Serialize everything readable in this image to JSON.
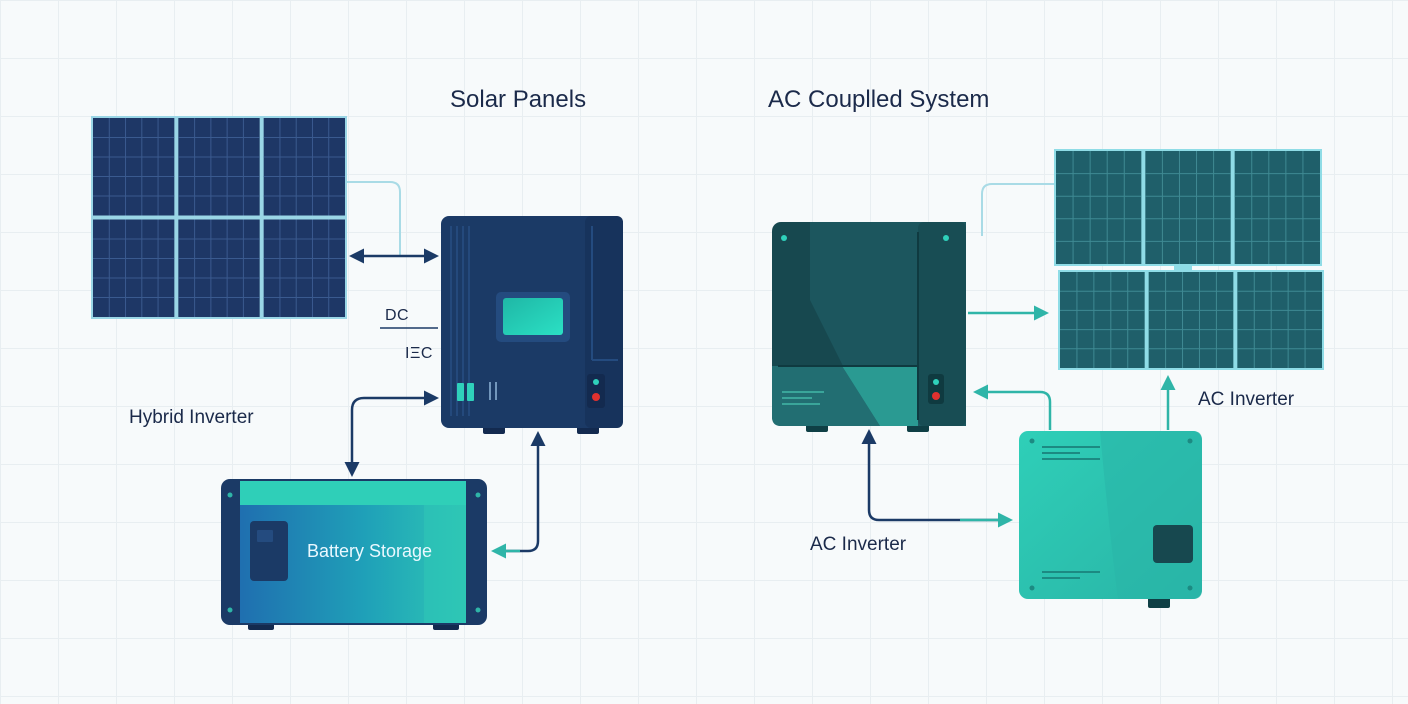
{
  "titles": {
    "left": "Solar Panels",
    "right": "AC Couplled System"
  },
  "labels": {
    "hybrid_inverter": "Hybrid Inverter",
    "dc_upper": "DC",
    "dc_lower": "ΙΞC",
    "battery_storage": "Battery Storage",
    "ac_inverter_right": "AC Inverter",
    "ac_inverter_bottom": "AC Inverter"
  },
  "colors": {
    "navy": "#1b3a66",
    "navy_dark": "#132a4f",
    "teal": "#2fb5a8",
    "teal_light": "#2fd1bb",
    "panel_cell_dark": "#1e3766",
    "panel_cell_teal": "#1f5f6a",
    "panel_frame": "#8fd0e0",
    "background": "#f7fafb"
  },
  "icons": {
    "solar_panel_left": "solar-panel-icon",
    "hybrid_inverter": "hybrid-inverter-icon",
    "battery": "battery-icon",
    "ac_inverter_box": "ac-inverter-icon",
    "solar_panel_right": "solar-panel-icon",
    "ac_unit": "ac-unit-icon"
  }
}
